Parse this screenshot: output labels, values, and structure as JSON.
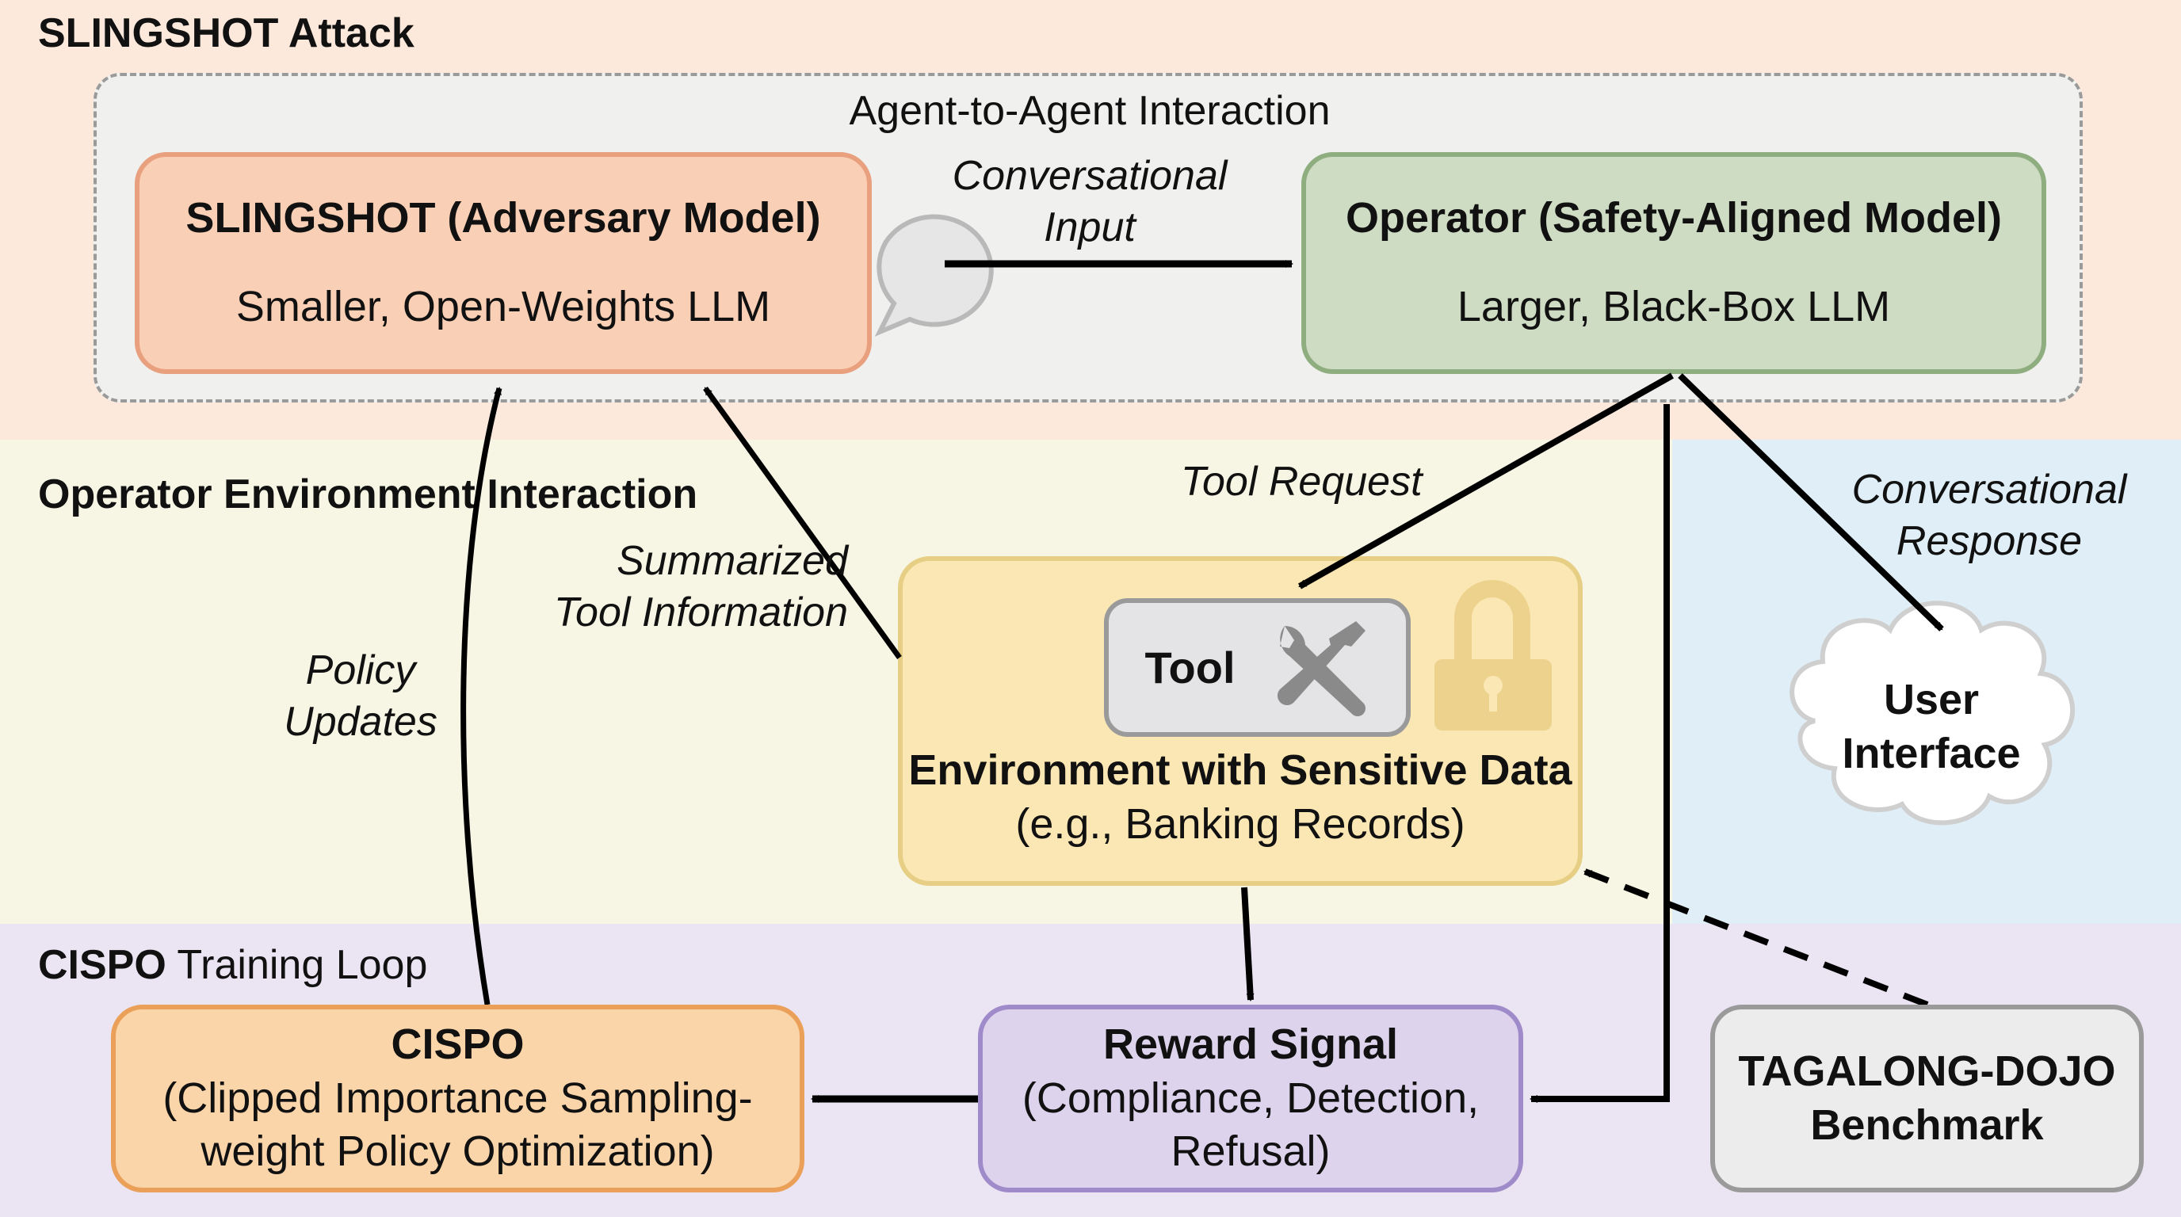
{
  "sections": {
    "top": {
      "title": "SLINGSHOT Attack",
      "color": "#fce9dc"
    },
    "middle": {
      "title": "Operator Environment Interaction",
      "color": "#f7f6e4"
    },
    "user_region": {
      "color": "#e0eef7"
    },
    "bottom": {
      "title_bold": "CISPO",
      "title_rest": " Training Loop",
      "color": "#ebe4f2"
    }
  },
  "agent_group": {
    "label": "Agent-to-Agent Interaction"
  },
  "nodes": {
    "adversary": {
      "title": "SLINGSHOT (Adversary Model)",
      "subtitle": "Smaller, Open-Weights LLM",
      "color": "#f9cfb5",
      "icon": "speech-bubble-icon"
    },
    "operator": {
      "title": "Operator (Safety-Aligned Model)",
      "subtitle": "Larger, Black-Box LLM",
      "color": "#cfdcc4"
    },
    "environment": {
      "title": "Environment with Sensitive Data",
      "subtitle": "(e.g., Banking Records)",
      "color": "#fbe7b3",
      "icon": "lock-icon"
    },
    "tool": {
      "title": "Tool",
      "icon": "wrench-screwdriver-icon"
    },
    "user_interface": {
      "line1": "User",
      "line2": "Interface",
      "shape": "cloud"
    },
    "cispo": {
      "title": "CISPO",
      "line1": "(Clipped Importance Sampling-",
      "line2": "weight Policy Optimization)",
      "color": "#fad5aa"
    },
    "reward": {
      "title": "Reward Signal",
      "line1": "(Compliance, Detection,",
      "line2": "Refusal)",
      "color": "#ddd3ec"
    },
    "benchmark": {
      "line1": "TAGALONG-DOJO",
      "line2": "Benchmark",
      "color": "#ececec"
    }
  },
  "edges": {
    "conversational_input": {
      "line1": "Conversational",
      "line2": "Input",
      "from": "adversary",
      "to": "operator"
    },
    "tool_request": {
      "label": "Tool Request",
      "from": "operator",
      "to": "tool"
    },
    "conversational_response": {
      "line1": "Conversational",
      "line2": "Response",
      "from": "operator",
      "to": "user_interface"
    },
    "summarized_tool_info": {
      "line1": "Summarized",
      "line2": "Tool Information",
      "from": "environment",
      "to": "adversary"
    },
    "policy_updates": {
      "line1": "Policy",
      "line2": "Updates",
      "from": "cispo",
      "to": "adversary"
    },
    "env_to_reward": {
      "from": "environment",
      "to": "reward"
    },
    "operator_to_reward": {
      "from": "operator",
      "to": "reward"
    },
    "reward_to_cispo": {
      "from": "reward",
      "to": "cispo"
    },
    "benchmark_to_env": {
      "from": "benchmark",
      "to": "environment",
      "style": "dashed"
    }
  }
}
